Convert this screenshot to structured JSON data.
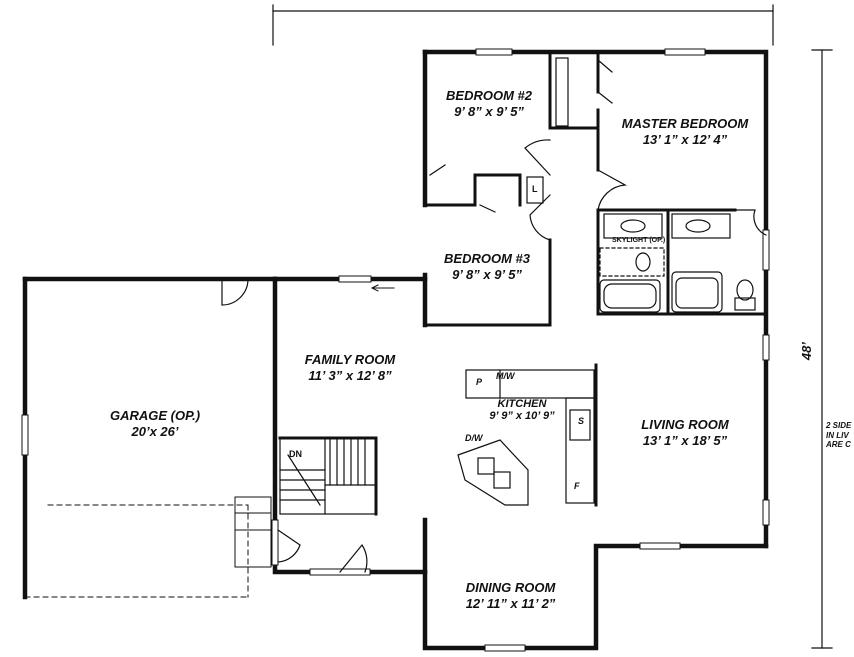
{
  "rooms": {
    "bedroom2": {
      "name": "BEDROOM #2",
      "size": "9’ 8” x 9’ 5”"
    },
    "master": {
      "name": "MASTER BEDROOM",
      "size": "13’ 1” x 12’ 4”"
    },
    "bedroom3": {
      "name": "BEDROOM #3",
      "size": "9’ 8” x 9’ 5”"
    },
    "family": {
      "name": "FAMILY ROOM",
      "size": "11’ 3” x 12’ 8”"
    },
    "garage": {
      "name": "GARAGE (OP.)",
      "size": "20’x 26’"
    },
    "kitchen": {
      "name": "KITCHEN",
      "size": "9’ 9” x 10’ 9”"
    },
    "living": {
      "name": "LIVING ROOM",
      "size": "13’ 1” x 18’ 5”"
    },
    "dining": {
      "name": "DINING ROOM",
      "size": "12’ 11” x 11’ 2”"
    }
  },
  "fixtures": {
    "mw": "M/W",
    "pantry": "P",
    "dw": "D/W",
    "sink": "S",
    "fridge": "F",
    "linen": "L",
    "stairs_down": "DN",
    "skylight": "SKYLIGHT (OP.)"
  },
  "dimensions": {
    "depth": "48’"
  },
  "side_note": {
    "line1": "2 SIDE",
    "line2": "IN LIV",
    "line3": "ARE C"
  }
}
